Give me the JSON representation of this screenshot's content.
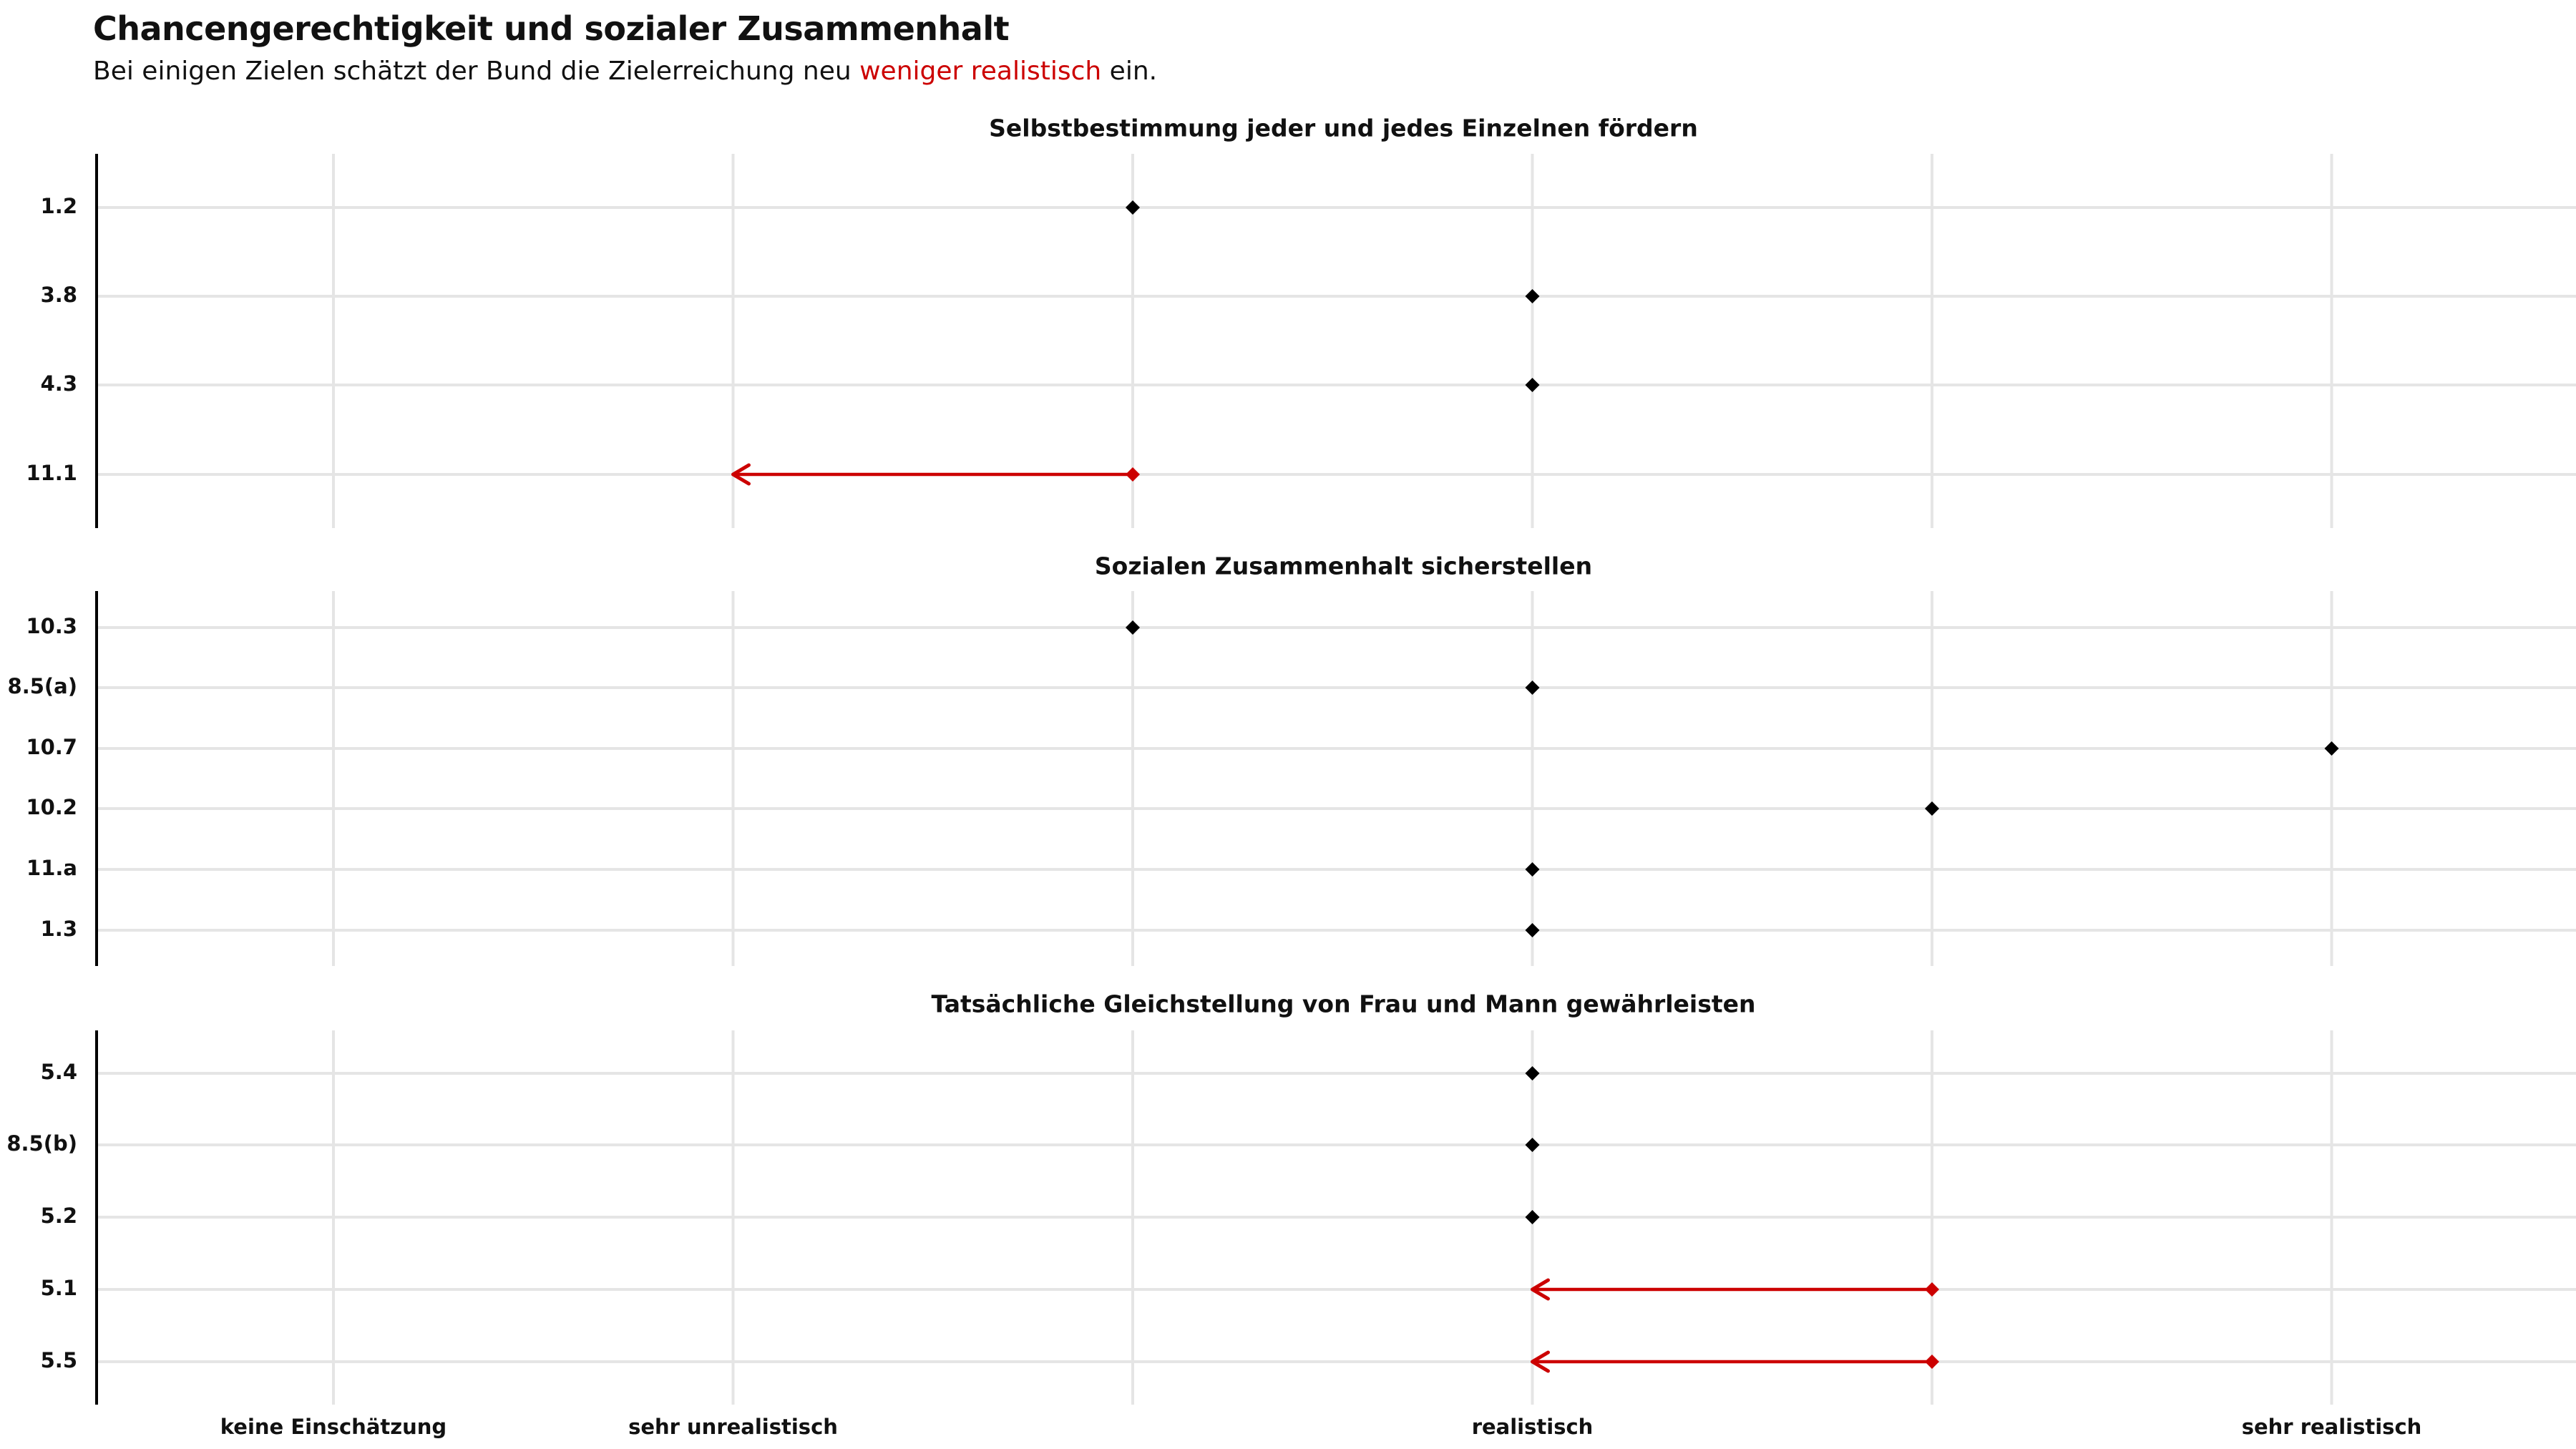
{
  "header": {
    "title": "Chancengerechtigkeit und sozialer Zusammenhalt",
    "subtitle_pre": "Bei einigen Zielen schätzt der Bund die Zielerreichung neu ",
    "subtitle_highlight": "weniger realistisch",
    "subtitle_post": " ein."
  },
  "colors": {
    "point": "#000000",
    "decline": "#cc0000",
    "grid": "#e5e5e5",
    "axis": "#000000"
  },
  "chart_data": {
    "type": "dot-arrow",
    "x_scale": {
      "categories": [
        "keine Einschätzung",
        "sehr unrealistisch",
        "",
        "realistisch",
        "",
        "sehr realistisch"
      ],
      "range": [
        1,
        6
      ]
    },
    "panels": [
      {
        "title": "Selbstbestimmung jeder und jedes Einzelnen fördern",
        "items": [
          {
            "label": "1.2",
            "from": 3,
            "to": 3
          },
          {
            "label": "3.8",
            "from": 4,
            "to": 4
          },
          {
            "label": "4.3",
            "from": 4,
            "to": 4
          },
          {
            "label": "11.1",
            "from": 3,
            "to": 2
          }
        ]
      },
      {
        "title": "Sozialen Zusammenhalt sicherstellen",
        "items": [
          {
            "label": "10.3",
            "from": 3,
            "to": 3
          },
          {
            "label": "8.5(a)",
            "from": 4,
            "to": 4
          },
          {
            "label": "10.7",
            "from": 6,
            "to": 6
          },
          {
            "label": "10.2",
            "from": 5,
            "to": 5
          },
          {
            "label": "11.a",
            "from": 4,
            "to": 4
          },
          {
            "label": "1.3",
            "from": 4,
            "to": 4
          }
        ]
      },
      {
        "title": "Tatsächliche Gleichstellung von Frau und Mann gewährleisten",
        "items": [
          {
            "label": "5.4",
            "from": 4,
            "to": 4
          },
          {
            "label": "8.5(b)",
            "from": 4,
            "to": 4
          },
          {
            "label": "5.2",
            "from": 4,
            "to": 4
          },
          {
            "label": "5.1",
            "from": 5,
            "to": 4
          },
          {
            "label": "5.5",
            "from": 5,
            "to": 4
          }
        ]
      }
    ]
  }
}
